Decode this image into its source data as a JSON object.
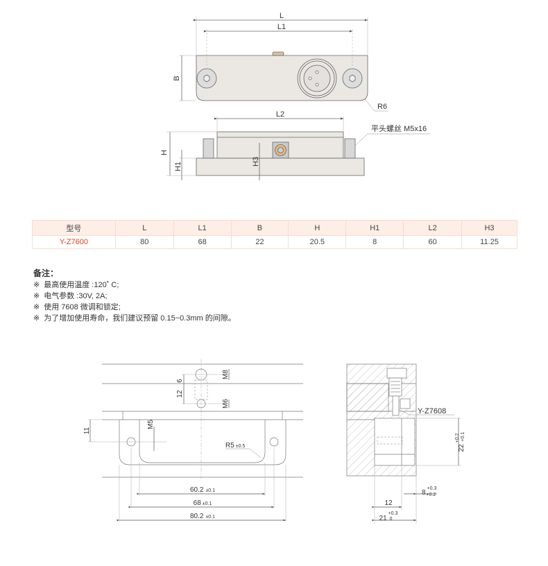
{
  "top_view": {
    "L": "L",
    "L1": "L1",
    "B": "B",
    "R6": "R6"
  },
  "side_view": {
    "L2": "L2",
    "H": "H",
    "H1": "H1",
    "H3": "H3",
    "screw_label": "平头螺丝 M5x16"
  },
  "table": {
    "headers": [
      "型号",
      "L",
      "L1",
      "B",
      "H",
      "H1",
      "L2",
      "H3"
    ],
    "rows": [
      [
        "Y-Z7600",
        "80",
        "68",
        "22",
        "20.5",
        "8",
        "60",
        "11.25"
      ]
    ]
  },
  "notes": {
    "title": "备注：",
    "mark": "※",
    "items": [
      "最高使用温度 :120˚ C;",
      "电气参数 :30V, 2A;",
      "使用 7608 微调和锁定;",
      "为了增加使用寿命，我们建议预留 0.15~0.3mm 的间隙。"
    ]
  },
  "install_front": {
    "d6": "6",
    "d12": "12",
    "M8": "M8",
    "M6": "M6",
    "d11": "11",
    "M5": "M5",
    "R5": "R5",
    "R5_tol": "±0.5",
    "w60": "60.2",
    "w60_tol": "±0.1",
    "w68": "68",
    "w68_tol": "±0.1",
    "w80": "80.2",
    "w80_tol": "±0.1"
  },
  "install_section": {
    "part": "Y-Z7608",
    "h22": "22",
    "h22_tol_up": "+0.2",
    "h22_tol_low": "+0.1",
    "d8": "8",
    "d8_tol_up": "+0.3",
    "d8_tol_low": "+0.2",
    "d12": "12",
    "d21": "21",
    "d21_tol_up": "+0.3",
    "d21_tol_low": "0"
  },
  "colors": {
    "part_fill": "#ebe7e3",
    "table_header": "#fdeee6",
    "accent": "#e0431e",
    "brass": "#e8b874"
  }
}
